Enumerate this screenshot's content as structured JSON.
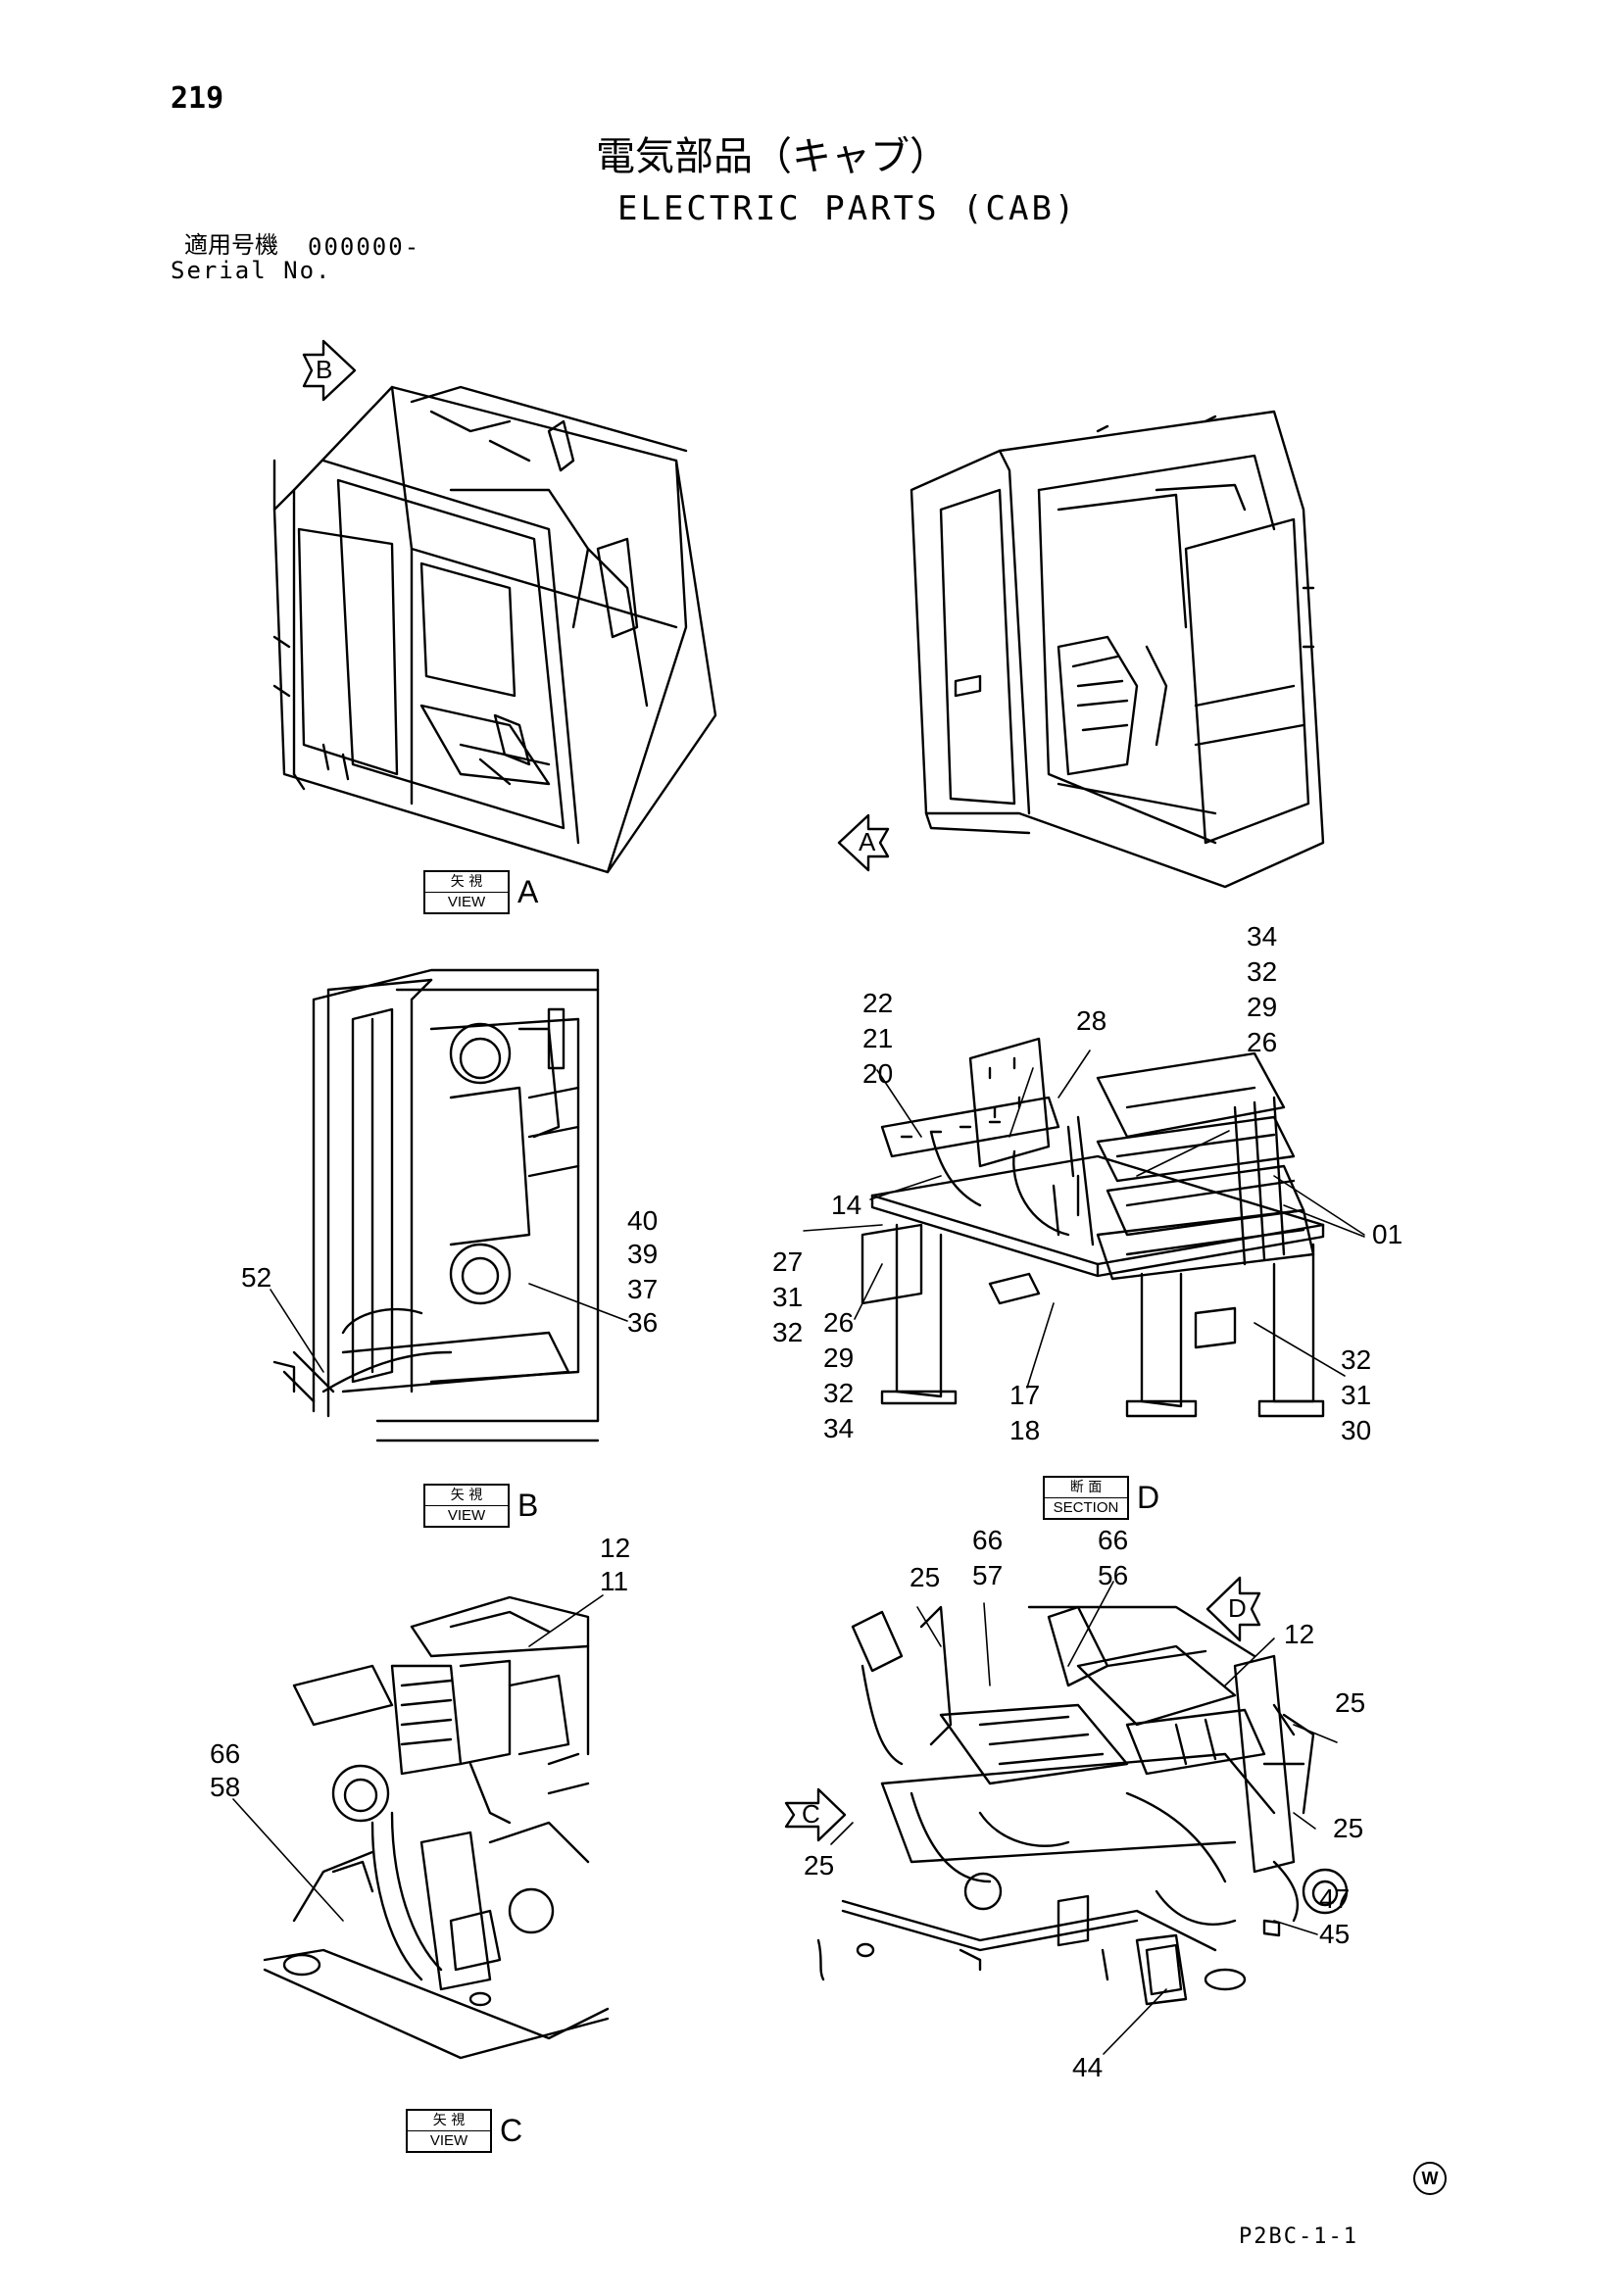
{
  "page_number": "219",
  "title_jp": "電気部品（キャブ）",
  "title_en": "ELECTRIC PARTS (CAB)",
  "serial": {
    "jp_label": "適用号機",
    "value": "000000-",
    "en_label": "Serial No."
  },
  "views": [
    {
      "jp": "矢 視",
      "en": "VIEW",
      "letter": "A"
    },
    {
      "jp": "矢 視",
      "en": "VIEW",
      "letter": "B"
    },
    {
      "jp": "断 面",
      "en": "SECTION",
      "letter": "D"
    },
    {
      "jp": "矢 視",
      "en": "VIEW",
      "letter": "C"
    }
  ],
  "arrows": {
    "b": "B",
    "a": "A",
    "d": "D",
    "c": "C"
  },
  "callouts": {
    "viewB": {
      "n40": "40",
      "n39": "39",
      "n37": "37",
      "n36": "36",
      "n52": "52"
    },
    "sectionD": {
      "n34a": "34",
      "n32a": "32",
      "n29a": "29",
      "n26a": "26",
      "n22": "22",
      "n21": "21",
      "n20": "20",
      "n28": "28",
      "n14": "14",
      "n01": "01",
      "n27": "27",
      "n31a": "31",
      "n32b": "32",
      "n26b": "26",
      "n29b": "29",
      "n32c": "32",
      "n34b": "34",
      "n17": "17",
      "n18": "18",
      "n32d": "32",
      "n31b": "31",
      "n30": "30"
    },
    "viewC": {
      "n12": "12",
      "n11": "11",
      "n66": "66",
      "n58": "58"
    },
    "bottomRight": {
      "n66a": "66",
      "n57": "57",
      "n66b": "66",
      "n56": "56",
      "n25a": "25",
      "n12": "12",
      "n25b": "25",
      "n25c": "25",
      "n25d": "25",
      "n47": "47",
      "n45": "45",
      "n44": "44"
    }
  },
  "footer": {
    "mark": "W",
    "code": "P2BC-1-1"
  }
}
